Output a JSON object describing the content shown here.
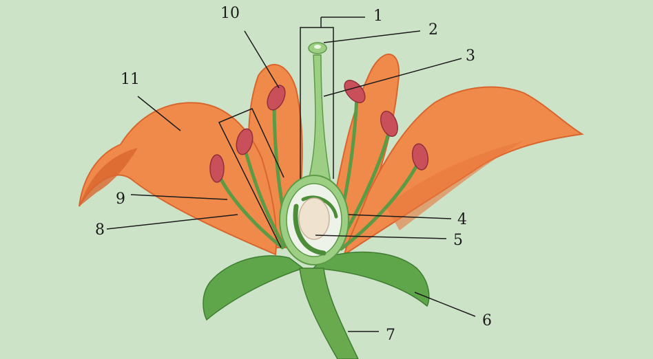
{
  "diagram": {
    "labels": [
      {
        "id": "1",
        "text": "1"
      },
      {
        "id": "2",
        "text": "2"
      },
      {
        "id": "3",
        "text": "3"
      },
      {
        "id": "4",
        "text": "4"
      },
      {
        "id": "5",
        "text": "5"
      },
      {
        "id": "6",
        "text": "6"
      },
      {
        "id": "7",
        "text": "7"
      },
      {
        "id": "8",
        "text": "8"
      },
      {
        "id": "9",
        "text": "9"
      },
      {
        "id": "10",
        "text": "10"
      },
      {
        "id": "11",
        "text": "11"
      }
    ],
    "colors": {
      "background": "#cde3c7",
      "petal": "#f08a4b",
      "petal_shadow": "#d9652e",
      "sepal": "#5fa54a",
      "stalk": "#6aaa4f",
      "anther": "#c9505b",
      "ovary_wall": "#eef3ea",
      "ovule": "#efe2cf",
      "leader_line": "#1a1a1a"
    }
  }
}
